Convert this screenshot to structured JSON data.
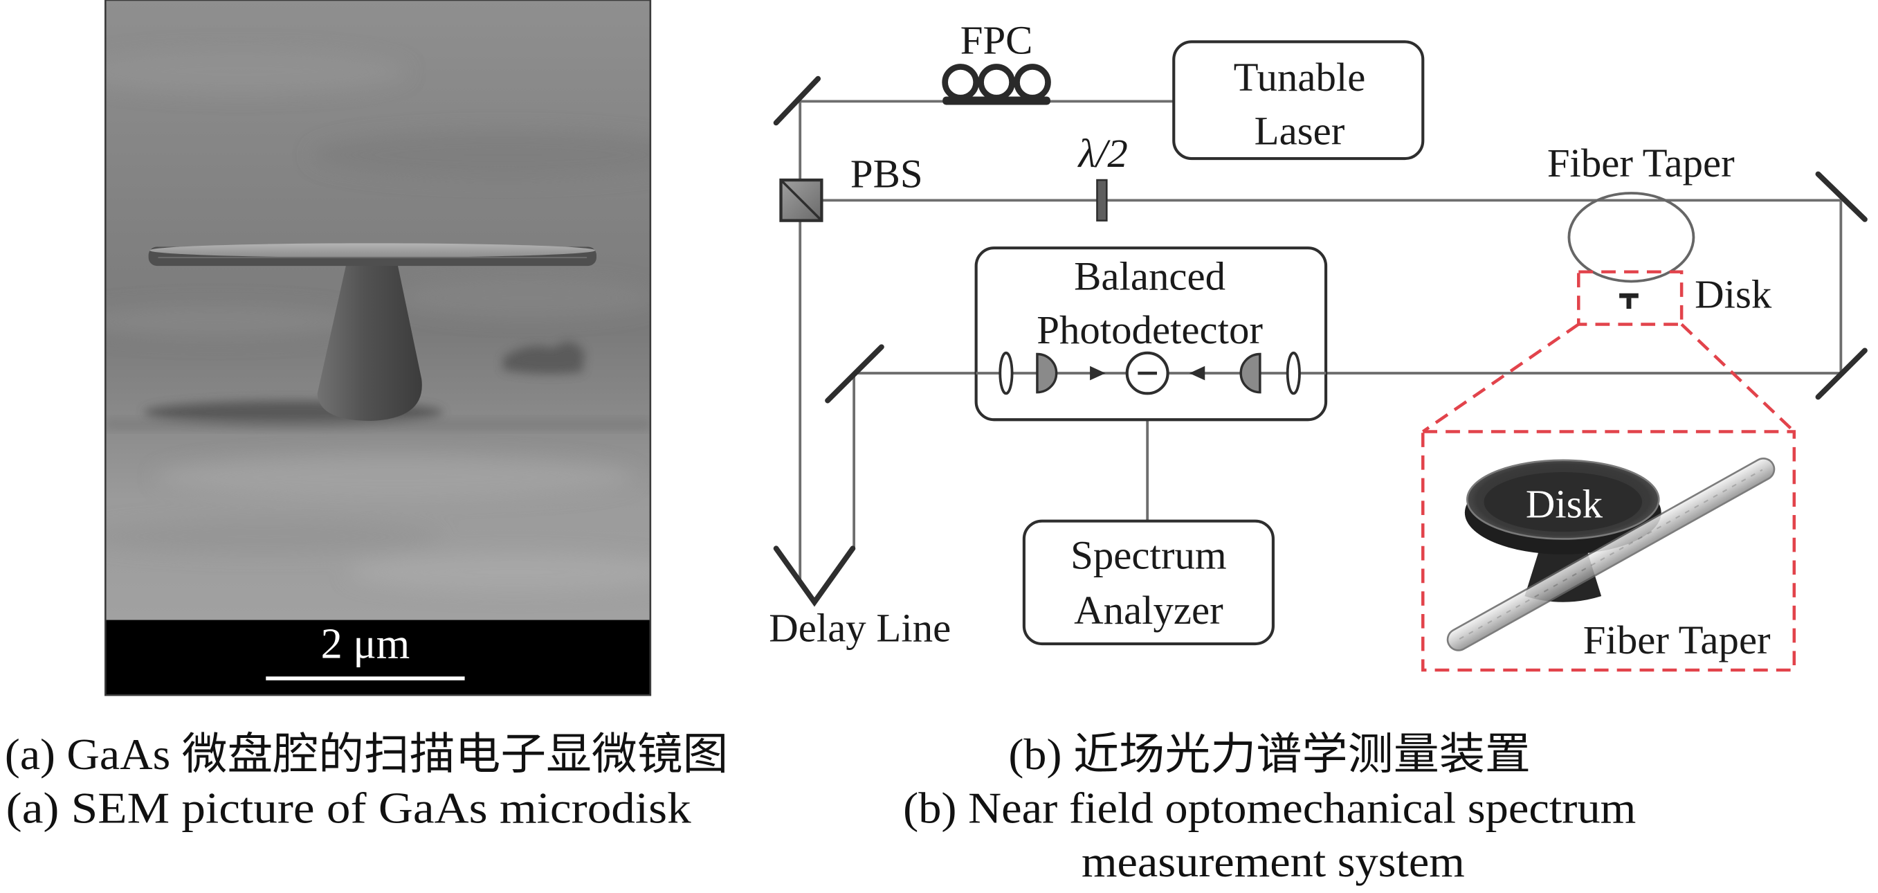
{
  "panel_a": {
    "scale_bar_label": "2 μm",
    "caption_cn": "(a) GaAs 微盘腔的扫描电子显微镜图",
    "caption_en": "(a) SEM picture of GaAs microdisk"
  },
  "panel_b": {
    "labels": {
      "fpc": "FPC",
      "laser_line1": "Tunable",
      "laser_line2": "Laser",
      "pbs": "PBS",
      "half_wave": "λ/2",
      "fiber_taper": "Fiber Taper",
      "disk": "Disk",
      "detector_line1": "Balanced",
      "detector_line2": "Photodetector",
      "delay_line": "Delay Line",
      "analyzer_line1": "Spectrum",
      "analyzer_line2": "Analyzer",
      "inset_disk": "Disk",
      "inset_fiber_taper": "Fiber Taper"
    },
    "caption_cn": "(b) 近场光力谱学测量装置",
    "caption_en_line1": "(b) Near field optomechanical spectrum",
    "caption_en_line2": "measurement system"
  },
  "colors": {
    "inset_outline": "#e2434b",
    "sem_scale_bar_background": "#000000",
    "sem_scale_bar_text": "#ffffff"
  }
}
